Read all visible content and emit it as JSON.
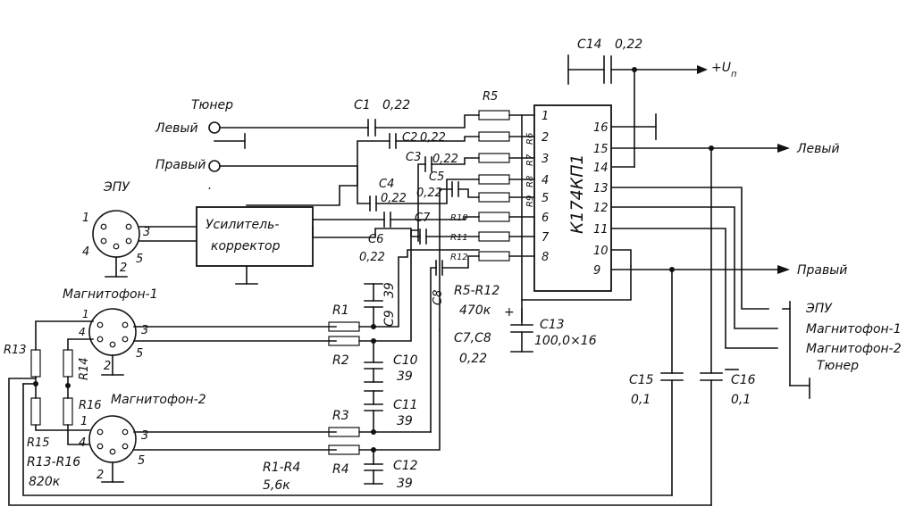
{
  "supply": {
    "c14": "C14",
    "c14_val": "0,22",
    "plus_u": "+U",
    "sub_n": "п"
  },
  "inputs": {
    "tuner_title": "Тюнер",
    "left": "Левый",
    "right": "Правый",
    "epu_title": "ЭПУ",
    "mag1_title": "Магнитофон-1",
    "mag2_title": "Магнитофон-2"
  },
  "preamp": {
    "line1": "Усилитель-",
    "line2": "корректор"
  },
  "chip": {
    "name": "К174КП1",
    "left_pins": [
      "1",
      "2",
      "3",
      "4",
      "5",
      "6",
      "7",
      "8"
    ],
    "right_pins": [
      "16",
      "15",
      "14",
      "13",
      "12",
      "11",
      "10",
      "9"
    ]
  },
  "caps": {
    "c1": "C1",
    "c1_val": "0,22",
    "c2": "C2",
    "c2_val": "0,22",
    "c3": "C3",
    "c3_val": "0,22",
    "c4": "C4",
    "c4_val": "0,22",
    "c5": "C5",
    "c5_val": "0,22",
    "c6": "C6",
    "c6_val": "0,22",
    "c7": "C7",
    "c8": "C8",
    "c9": "C9",
    "c9_val": "39",
    "c10": "C10",
    "c10_val": "39",
    "c11": "C11",
    "c11_val": "39",
    "c12": "C12",
    "c12_val": "39",
    "c13": "C13",
    "c13_val": "100,0×16",
    "c15": "C15",
    "c15_val": "0,1",
    "c16": "C16",
    "c16_val": "0,1"
  },
  "resistors": {
    "r1": "R1",
    "r2": "R2",
    "r3": "R3",
    "r4": "R4",
    "r5": "R5",
    "r6": "R6",
    "r7": "R7",
    "r8": "R8",
    "r9": "R9",
    "r10": "R10",
    "r11": "R11",
    "r12": "R12",
    "r13": "R13",
    "r14": "R14",
    "r15": "R15",
    "r16": "R16"
  },
  "notes": {
    "r5_r12": "R5-R12",
    "r5_r12_val": "470к",
    "c7_c8": "C7,C8",
    "c7_c8_val": "0,22",
    "r1_r4": "R1-R4",
    "r1_r4_val": "5,6к",
    "r13_r16": "R13-R16",
    "r13_r16_val": "820к"
  },
  "outputs": {
    "left": "Левый",
    "right": "Правый"
  },
  "switch": {
    "epu": "ЭПУ",
    "mag1": "Магнитофон-1",
    "mag2": "Магнитофон-2",
    "tuner": "Тюнер"
  },
  "pins": {
    "p1": "1",
    "p2": "2",
    "p3": "3",
    "p4": "4",
    "p5": "5"
  }
}
